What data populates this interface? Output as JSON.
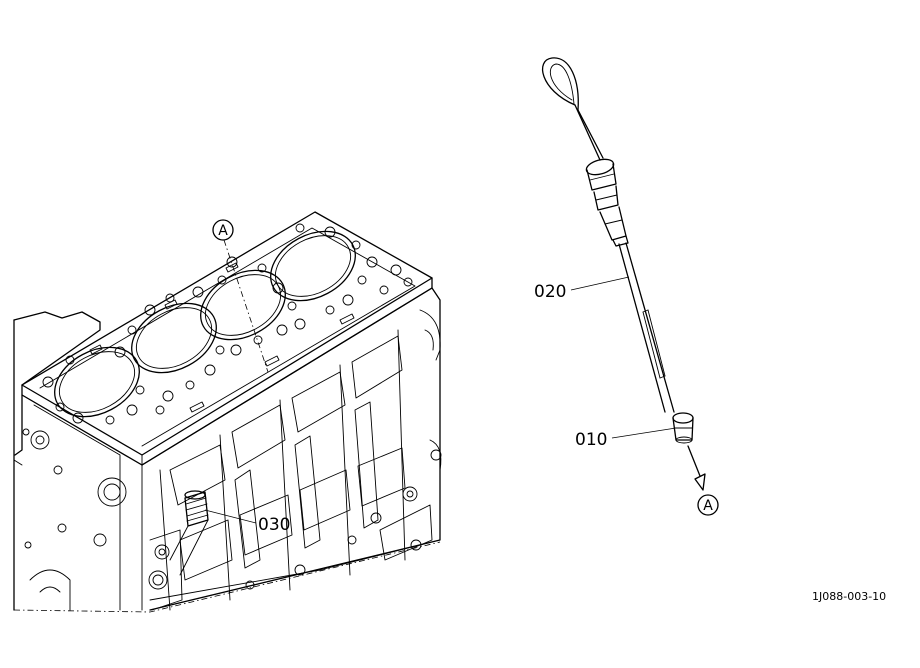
{
  "diagram": {
    "callouts": {
      "part_010": "010",
      "part_020": "020",
      "part_030": "030"
    },
    "reference_marks": {
      "on_engine": "A",
      "on_dipstick": "A"
    },
    "drawing_code": "1J088-003-10"
  }
}
